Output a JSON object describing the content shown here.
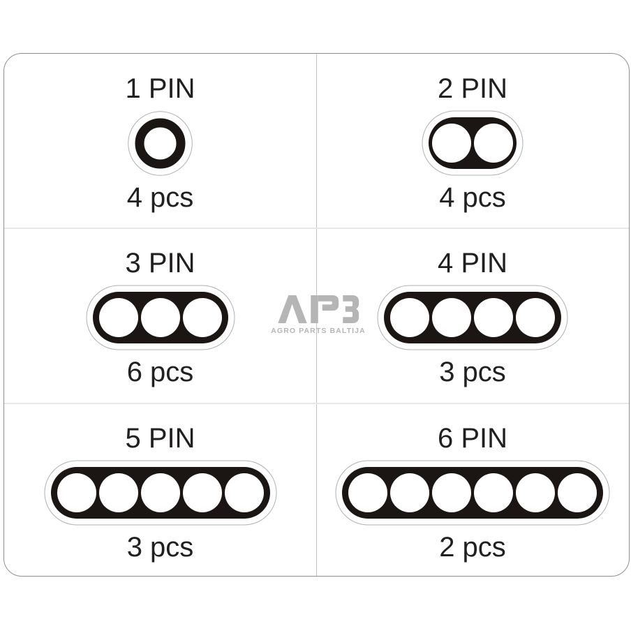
{
  "panel": {
    "cells": [
      {
        "title": "1 PIN",
        "pins": 1,
        "count": "4 pcs"
      },
      {
        "title": "2 PIN",
        "pins": 2,
        "count": "4 pcs"
      },
      {
        "title": "3 PIN",
        "pins": 3,
        "count": "6 pcs"
      },
      {
        "title": "4 PIN",
        "pins": 4,
        "count": "3 pcs"
      },
      {
        "title": "5 PIN",
        "pins": 5,
        "count": "3 pcs"
      },
      {
        "title": "6 PIN",
        "pins": 6,
        "count": "2 pcs"
      }
    ],
    "colors": {
      "connector_fill": "#1b1614",
      "hole_fill": "#ffffff",
      "sticker_outline": "#b0b0b0",
      "text": "#211f1f",
      "panel_border": "#8f8f8f",
      "divider_vertical": "#c4c4c4",
      "divider_horizontal": "#e7e7e7"
    }
  },
  "watermark": {
    "logo_text": "AP3",
    "tagline": "AGRO PARTS BALTIJA",
    "color": "#b5b5b5"
  }
}
